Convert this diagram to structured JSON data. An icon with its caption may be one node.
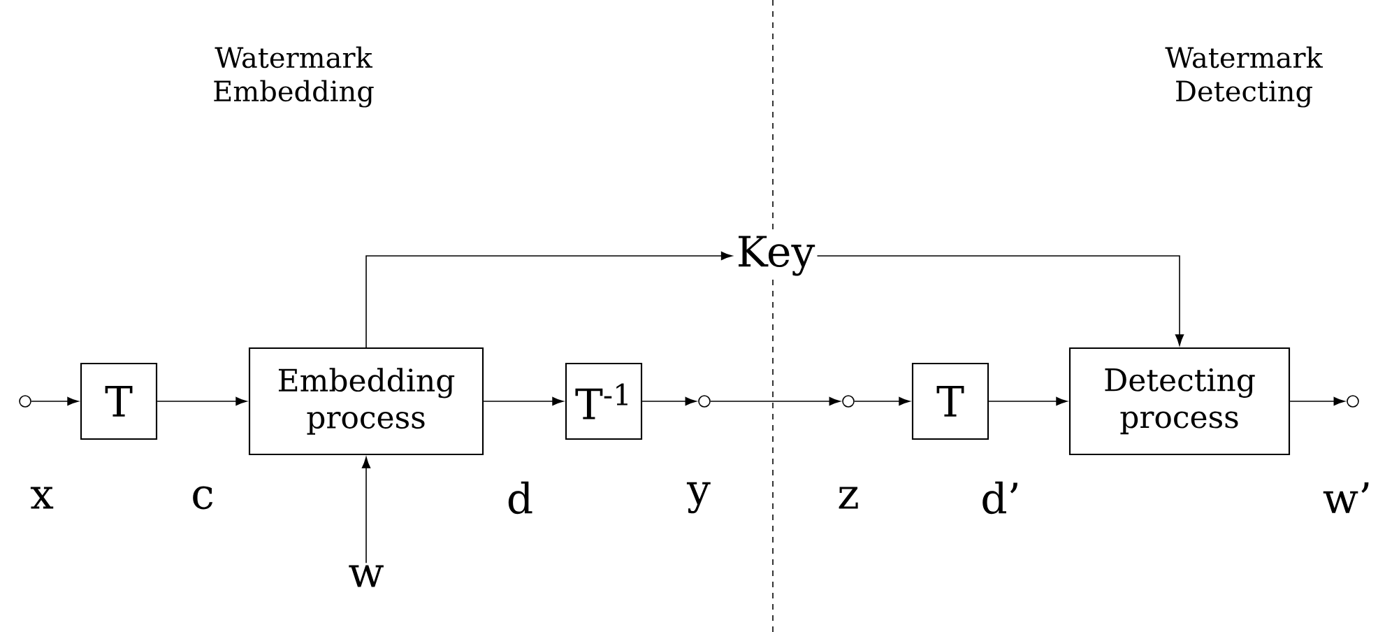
{
  "diagram": {
    "nodes": [
      {
        "text": [],
        "shape": "circle"
      },
      {
        "text": [
          "T"
        ]
      },
      {
        "text": [
          "Embedding process"
        ]
      },
      {
        "text": [
          "T$^{-1}$"
        ]
      },
      {
        "text": [],
        "shape": "circle"
      },
      {
        "text": [],
        "shape": "circle"
      },
      {
        "text": [
          "T"
        ]
      },
      {
        "text": [
          "Detecting process"
        ]
      },
      {
        "text": [],
        "shape": "circle"
      },
      {
        "text": [
          "Key"
        ]
      },
      {
        "text": [
          "w"
        ]
      }
    ],
    "edges": [
      {
        "from": 0,
        "to": 1,
        "arrow": "to"
      },
      {
        "from": 1,
        "to": 2,
        "arrow": "to"
      },
      {
        "from": 2,
        "to": 3,
        "arrow": "to"
      },
      {
        "from": 3,
        "to": 4,
        "arrow": "to"
      },
      {
        "from": 4,
        "to": 5,
        "arrow": "to"
      },
      {
        "from": 5,
        "to": 6,
        "arrow": "to"
      },
      {
        "from": 6,
        "to": 7,
        "arrow": "to"
      },
      {
        "from": 7,
        "to": 8,
        "arrow": "to"
      },
      {
        "from": 2,
        "to": 9,
        "arrow": "to"
      },
      {
        "from": 9,
        "to": 7,
        "arrow": "to"
      },
      {
        "from": 10,
        "to": 2,
        "arrow": "to"
      }
    ],
    "labels": [
      "Watermark Embedding",
      "Watermark Detecting",
      "x",
      "c",
      "d",
      "y",
      "z",
      "d’",
      "w’"
    ]
  }
}
